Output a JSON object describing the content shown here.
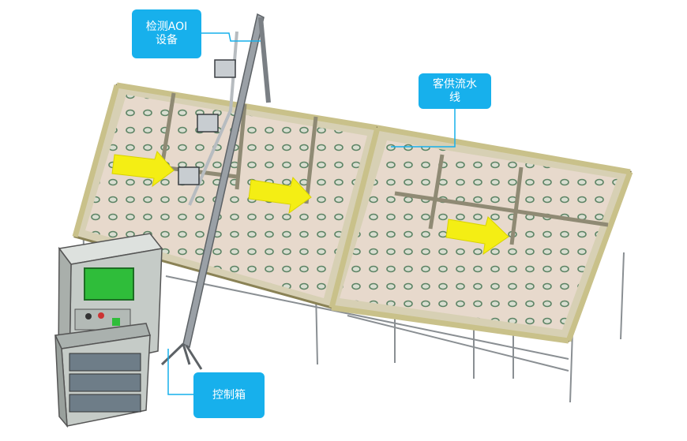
{
  "labels": {
    "aoi": "检测AOI\n设备",
    "line": "客供流水\n线",
    "box": "控制箱"
  },
  "colors": {
    "callout": "#17b0ec",
    "arrow": "#f4ee14",
    "frame": "#c9c18a",
    "glass": "#e7d9cc",
    "roller": "#4e7a5a",
    "cabinet": "#c5cbc7",
    "screen": "#2fbd3a"
  }
}
